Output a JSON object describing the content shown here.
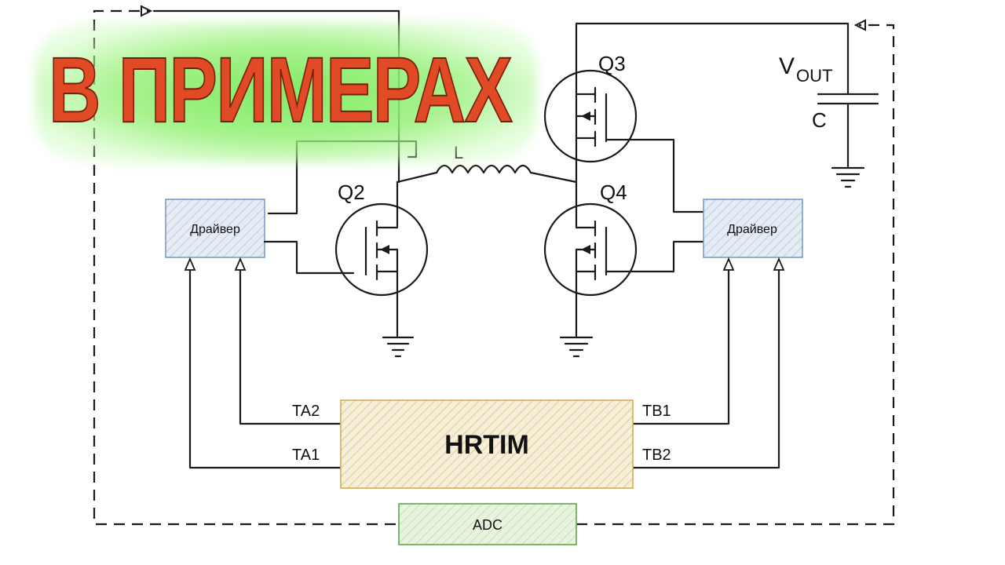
{
  "banner": {
    "text": "В ПРИМЕРАХ"
  },
  "labels": {
    "q2": "Q2",
    "q3": "Q3",
    "q4": "Q4",
    "inductor": "L",
    "vout_main": "V",
    "vout_sub": "OUT",
    "capacitor": "C",
    "driver_left": "Драйвер",
    "driver_right": "Драйвер",
    "hrtim": "HRTIM",
    "adc": "ADC",
    "ta1": "TA1",
    "ta2": "TA2",
    "tb1": "TB1",
    "tb2": "TB2"
  },
  "colors": {
    "banner_text": "#e04a24",
    "banner_glow": "#78eb5a",
    "driver_box_fill": "#dfe6f0",
    "driver_box_stroke": "#7e9bc4",
    "hrtim_fill": "#f3ecd4",
    "hrtim_stroke": "#d8b560",
    "adc_fill": "#e2f0d8",
    "adc_stroke": "#6fb05a"
  }
}
